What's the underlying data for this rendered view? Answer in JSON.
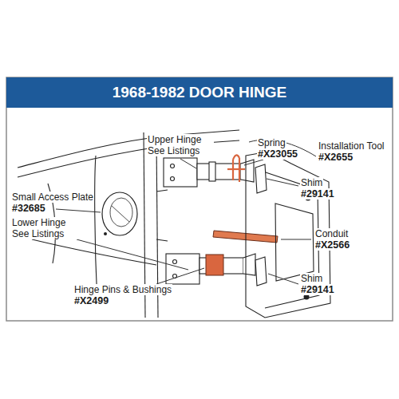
{
  "diagram": {
    "title": "1968-1982 DOOR HINGE",
    "labels": [
      "Upper Hinge See Listings",
      "Spring",
      "#X23055",
      "Installation Tool",
      "#X2655",
      "Shim",
      "#29141",
      "Small Access Plate",
      "#32685",
      "Conduit",
      "#X2566",
      "Lower Hinge See Listings",
      "Hinge Pins & Bushings",
      "#X2499",
      "Shim",
      "#29141"
    ]
  }
}
